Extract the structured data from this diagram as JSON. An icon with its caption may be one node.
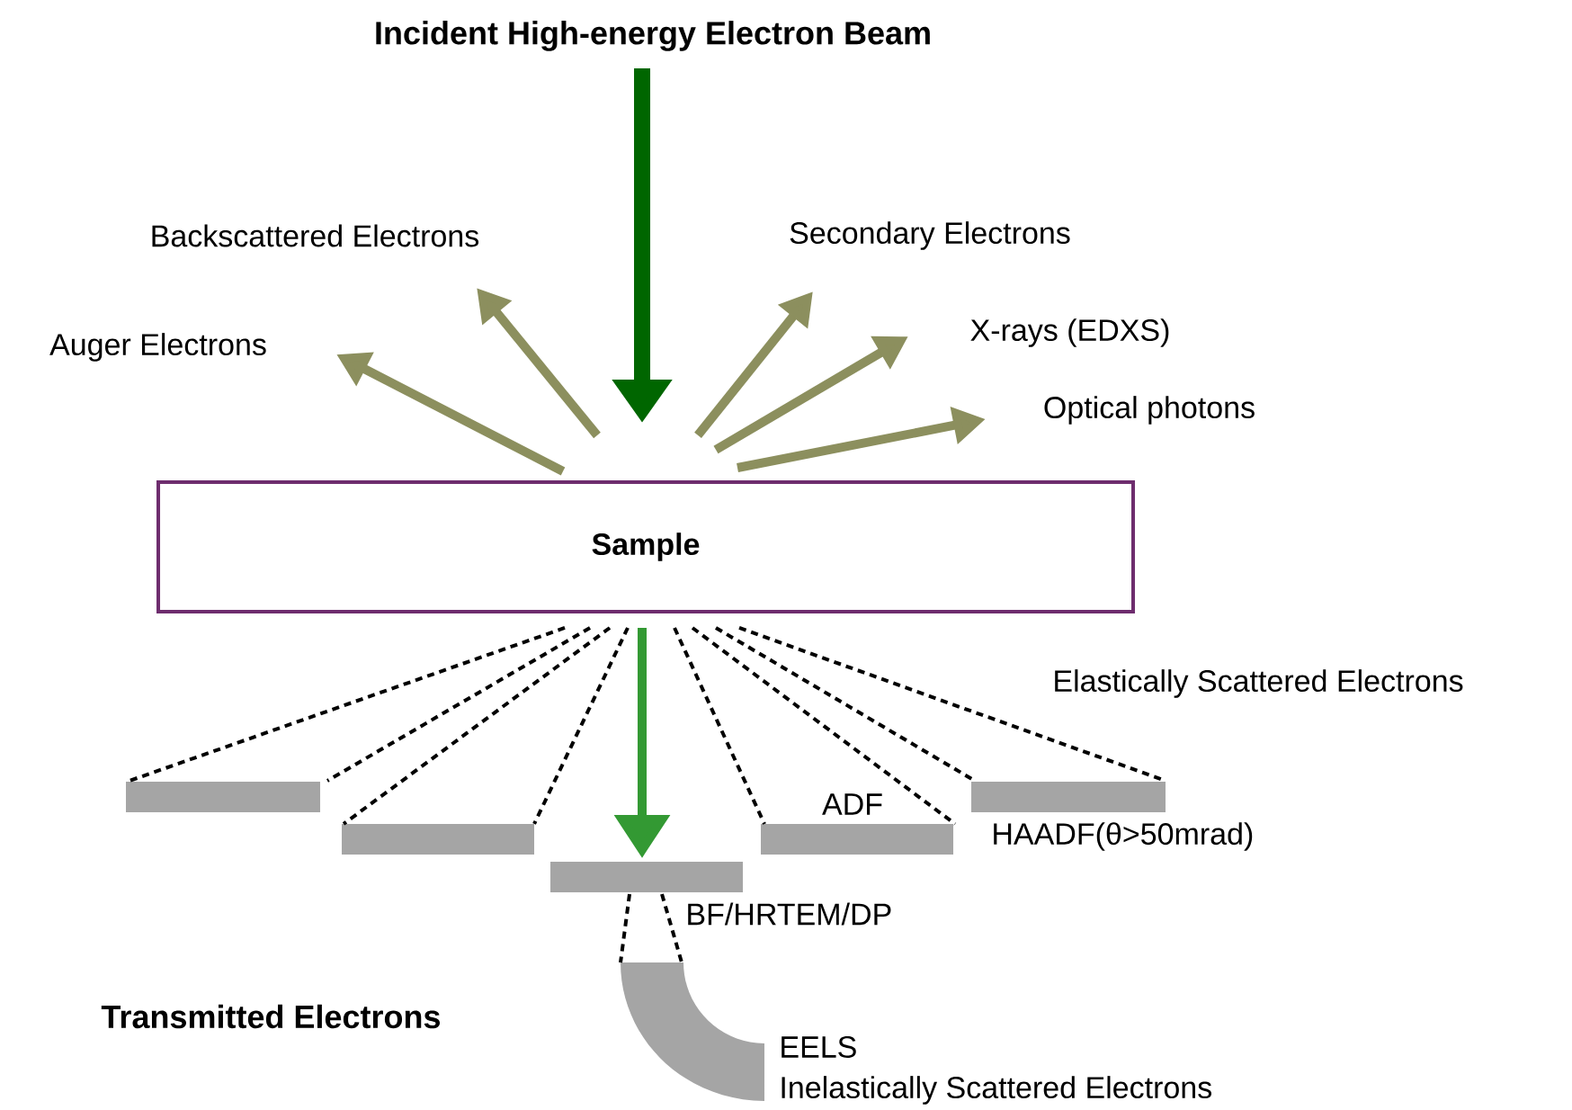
{
  "diagram": {
    "nodes": [
      {
        "text": [
          "Sample"
        ]
      },
      {
        "text": [
          "Incident High-energy Electron Beam"
        ]
      },
      {
        "text": [
          "Auger Electrons"
        ]
      },
      {
        "text": [
          "Backscattered Electrons"
        ]
      },
      {
        "text": [
          "Secondary Electrons"
        ]
      },
      {
        "text": [
          "X-rays (EDXS)"
        ]
      },
      {
        "text": [
          "Optical photons"
        ]
      },
      {
        "text": [],
        "shape": "bar"
      },
      {
        "text": [],
        "shape": "bar"
      },
      {
        "text": [],
        "shape": "bar",
        "beside": [
          "BF/HRTEM/DP"
        ]
      },
      {
        "text": [],
        "shape": "bar",
        "beside": [
          "ADF"
        ]
      },
      {
        "text": [],
        "shape": "bar",
        "beside": [
          "HAADF(θ>50mrad)"
        ]
      },
      {
        "text": [],
        "shape": "arc",
        "beside": [
          "EELS",
          "Inelastically Scattered Electrons"
        ]
      }
    ],
    "edges": [
      {
        "from": 1,
        "to": 0,
        "arrow": "to",
        "style": "thick",
        "color": "#006600"
      },
      {
        "from": 0,
        "to": 2,
        "arrow": "to",
        "style": "thick",
        "color": "#8c8f5e"
      },
      {
        "from": 0,
        "to": 3,
        "arrow": "to",
        "style": "thick",
        "color": "#8c8f5e"
      },
      {
        "from": 0,
        "to": 4,
        "arrow": "to",
        "style": "thick",
        "color": "#8c8f5e"
      },
      {
        "from": 0,
        "to": 5,
        "arrow": "to",
        "style": "thick",
        "color": "#8c8f5e"
      },
      {
        "from": 0,
        "to": 6,
        "arrow": "to",
        "style": "thick",
        "color": "#8c8f5e"
      },
      {
        "from": 0,
        "to": 7,
        "arrow": "none",
        "style": "dashed"
      },
      {
        "from": 0,
        "to": 7,
        "arrow": "none",
        "style": "dashed"
      },
      {
        "from": 0,
        "to": 8,
        "arrow": "none",
        "style": "dashed"
      },
      {
        "from": 0,
        "to": 8,
        "arrow": "none",
        "style": "dashed"
      },
      {
        "from": 0,
        "to": 9,
        "arrow": "to",
        "style": "thick",
        "color": "#339933"
      },
      {
        "from": 0,
        "to": 10,
        "arrow": "none",
        "style": "dashed"
      },
      {
        "from": 0,
        "to": 10,
        "arrow": "none",
        "style": "dashed"
      },
      {
        "from": 0,
        "to": 11,
        "arrow": "none",
        "style": "dashed"
      },
      {
        "from": 0,
        "to": 11,
        "arrow": "none",
        "style": "dashed"
      },
      {
        "from": 9,
        "to": 12,
        "arrow": "none",
        "style": "dashed"
      },
      {
        "from": 9,
        "to": 12,
        "arrow": "none",
        "style": "dashed"
      }
    ],
    "labels": [
      "Elastically Scattered Electrons",
      "Transmitted Electrons"
    ]
  }
}
